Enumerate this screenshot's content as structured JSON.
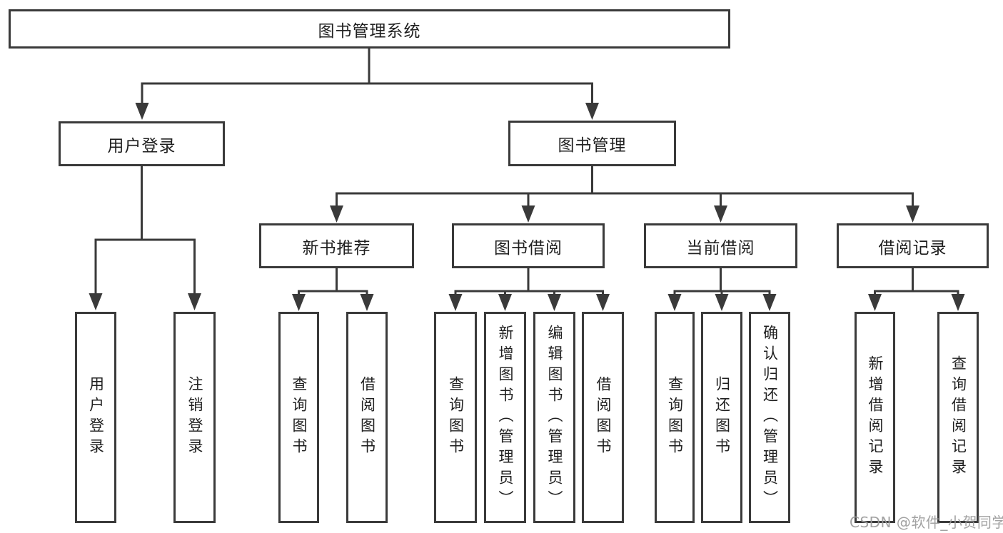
{
  "tree": {
    "root": {
      "label": "图书管理系统"
    },
    "user_login": {
      "label": "用户登录",
      "children": [
        {
          "label": "用户登录"
        },
        {
          "label": "注销登录"
        }
      ]
    },
    "book_management": {
      "label": "图书管理",
      "sections": [
        {
          "label": "新书推荐",
          "children": [
            {
              "label": "查询图书"
            },
            {
              "label": "借阅图书"
            }
          ]
        },
        {
          "label": "图书借阅",
          "children": [
            {
              "label": "查询图书"
            },
            {
              "label": "新增图书（管理员）"
            },
            {
              "label": "编辑图书（管理员）"
            },
            {
              "label": "借阅图书"
            }
          ]
        },
        {
          "label": "当前借阅",
          "children": [
            {
              "label": "查询图书"
            },
            {
              "label": "归还图书"
            },
            {
              "label": "确认归还（管理员）"
            }
          ]
        },
        {
          "label": "借阅记录",
          "children": [
            {
              "label": "新增借阅记录"
            },
            {
              "label": "查询借阅记录"
            }
          ]
        }
      ]
    }
  },
  "watermark": {
    "text": "CSDN @软件_小贺同学"
  },
  "colors": {
    "line": "#3a3a3a",
    "text": "#1f1f1f",
    "watermark": "#9a9a9a",
    "background": "#ffffff"
  }
}
